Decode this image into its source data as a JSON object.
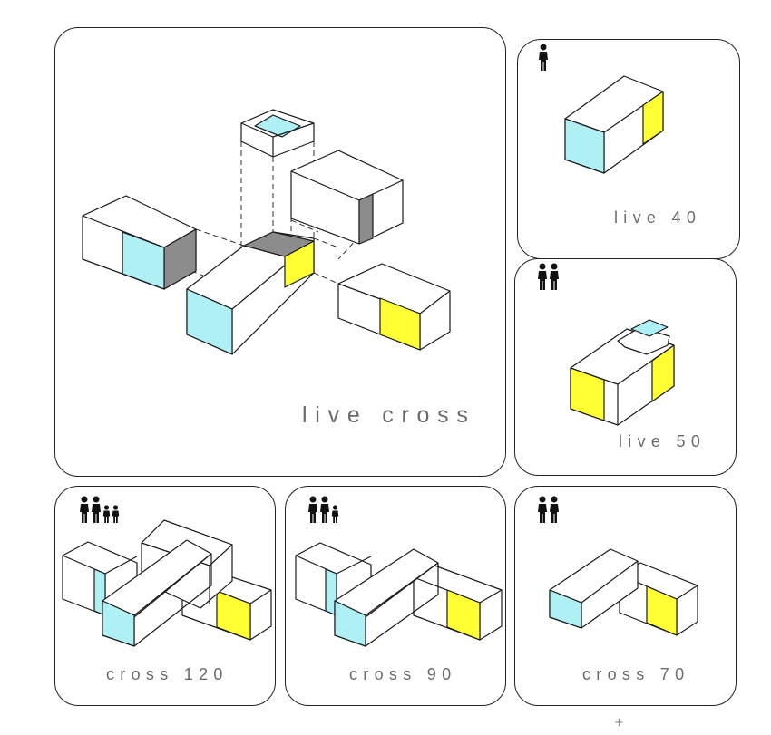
{
  "colors": {
    "cyan": "#aef0f4",
    "yellow": "#ffff33",
    "grey": "#8c8c8c",
    "line": "#1a1a1a"
  },
  "panels": [
    {
      "id": "live-cross",
      "label": "live cross",
      "occupants": []
    },
    {
      "id": "live-40",
      "label": "live 40",
      "occupants": [
        "adult"
      ]
    },
    {
      "id": "live-50",
      "label": "live 50",
      "occupants": [
        "adult",
        "adult"
      ]
    },
    {
      "id": "cross-120",
      "label": "cross 120",
      "occupants": [
        "adult",
        "adult",
        "child",
        "child"
      ]
    },
    {
      "id": "cross-90",
      "label": "cross 90",
      "occupants": [
        "adult",
        "adult",
        "child"
      ]
    },
    {
      "id": "cross-70",
      "label": "cross 70",
      "occupants": [
        "adult",
        "adult"
      ]
    }
  ],
  "icons": {
    "occupant_adult": "person-icon",
    "occupant_child": "child-icon",
    "plus": "+"
  }
}
